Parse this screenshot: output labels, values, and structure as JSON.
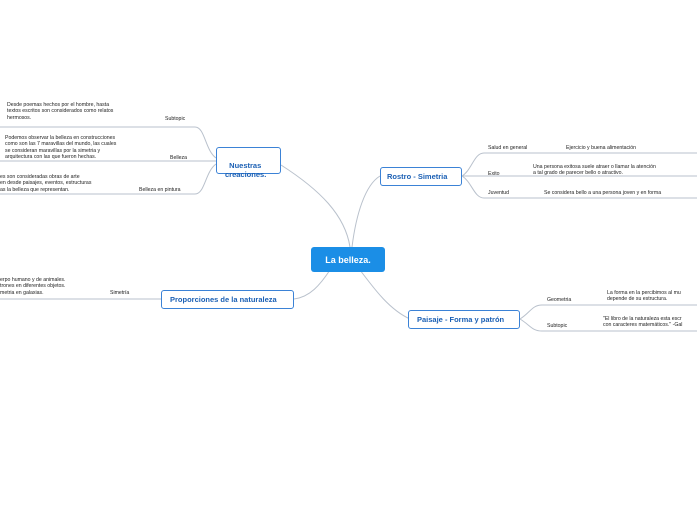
{
  "root": {
    "title": "La belleza."
  },
  "branches": {
    "nuestras": {
      "label": "Nuestras\ncreaciones.",
      "subtopic": {
        "label": "Subtopic",
        "text": "Desde poemas hechos por el hombre, hasta\ntextos escritos son considerados como relatos\nhermosos."
      },
      "belleza": {
        "label": "Belleza",
        "text": "Podemos observar la belleza en construcciones\ncomo son las 7 maravillas del mundo, las cuales\nse consideran maravillas por la simetria y\narquitectura con las que fueron hechas."
      },
      "pintura": {
        "label": "Belleza en pintura",
        "text": "es son consideradas obras de arte\nen desde paisajes, eventos, estructuras\nas la belleza que representan."
      }
    },
    "rostro": {
      "label": "Rostro - Simetria",
      "salud": {
        "label": "Salud en general",
        "text": "Ejercicio y buena alimentación"
      },
      "exito": {
        "label": "Exito",
        "text": "Una persona exitosa suele atraer o llamar la atención\na tal grado de parecer bello o atractivo."
      },
      "juventud": {
        "label": "Juventud",
        "text": "Se considera bello a una persona joven y en forma"
      }
    },
    "proporciones": {
      "label": "Proporciones de la naturaleza",
      "simetria": {
        "label": "Simetría",
        "text": "erpo humano y de animales.\ntrones en diferentes objetos.\nmetria en galaxias."
      }
    },
    "paisaje": {
      "label": "Paisaje - Forma y patrón",
      "geometria": {
        "label": "Geometria",
        "text": "La forma en la percibimos al mu\ndepende de su estructura."
      },
      "subtopic": {
        "label": "Subtopic",
        "text": "\"El libro de la naturaleza esta escr\ncon caracteres matemáticos.\" -Gal"
      }
    }
  },
  "colors": {
    "root_fill": "#1b8ee6",
    "node_border": "#3b82d6",
    "node_text": "#1a5fb4",
    "connector": "#b9c1cc"
  }
}
